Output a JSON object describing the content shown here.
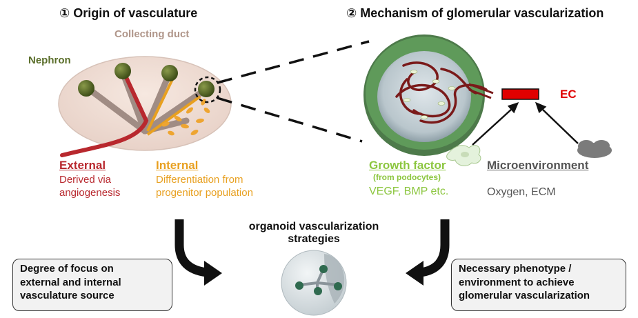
{
  "headings": {
    "left": "① Origin of vasculature",
    "right": "② Mechanism of glomerular vascularization"
  },
  "left_panel": {
    "collecting_duct": "Collecting duct",
    "nephron": "Nephron",
    "external": {
      "title": "External",
      "lines": [
        "Derived via",
        "angiogenesis"
      ]
    },
    "internal": {
      "title": "Internal",
      "lines": [
        "Differentiation from",
        "progenitor population"
      ]
    }
  },
  "right_panel": {
    "ec_label": "EC",
    "growth_factor": {
      "title": "Growth factor",
      "sub": "(from podocytes)",
      "examples": "VEGF, BMP etc."
    },
    "microenvironment": {
      "title": "Microenvironment",
      "examples": "Oxygen, ECM"
    }
  },
  "center": {
    "lines": [
      "organoid vascularization",
      "strategies"
    ]
  },
  "bottom_left_box": {
    "lines": [
      "Degree of focus on",
      "external and internal",
      "vasculature source"
    ]
  },
  "bottom_right_box": {
    "lines": [
      "Necessary phenotype /",
      "environment to achieve",
      "glomerular vascularization"
    ]
  },
  "colors": {
    "external_red": "#b8282e",
    "internal_orange": "#e8a020",
    "growth_green": "#8cc63f",
    "nephron_green": "#5a6e2a",
    "duct_brown": "#b0968a",
    "ec_red": "#e00000",
    "micro_gray": "#555555"
  },
  "icons": [
    "podocyte-cell-icon",
    "cloud-icon",
    "endothelial-cell-icon",
    "glomerulus-icon",
    "organoid-icon",
    "curved-arrow-icon"
  ]
}
